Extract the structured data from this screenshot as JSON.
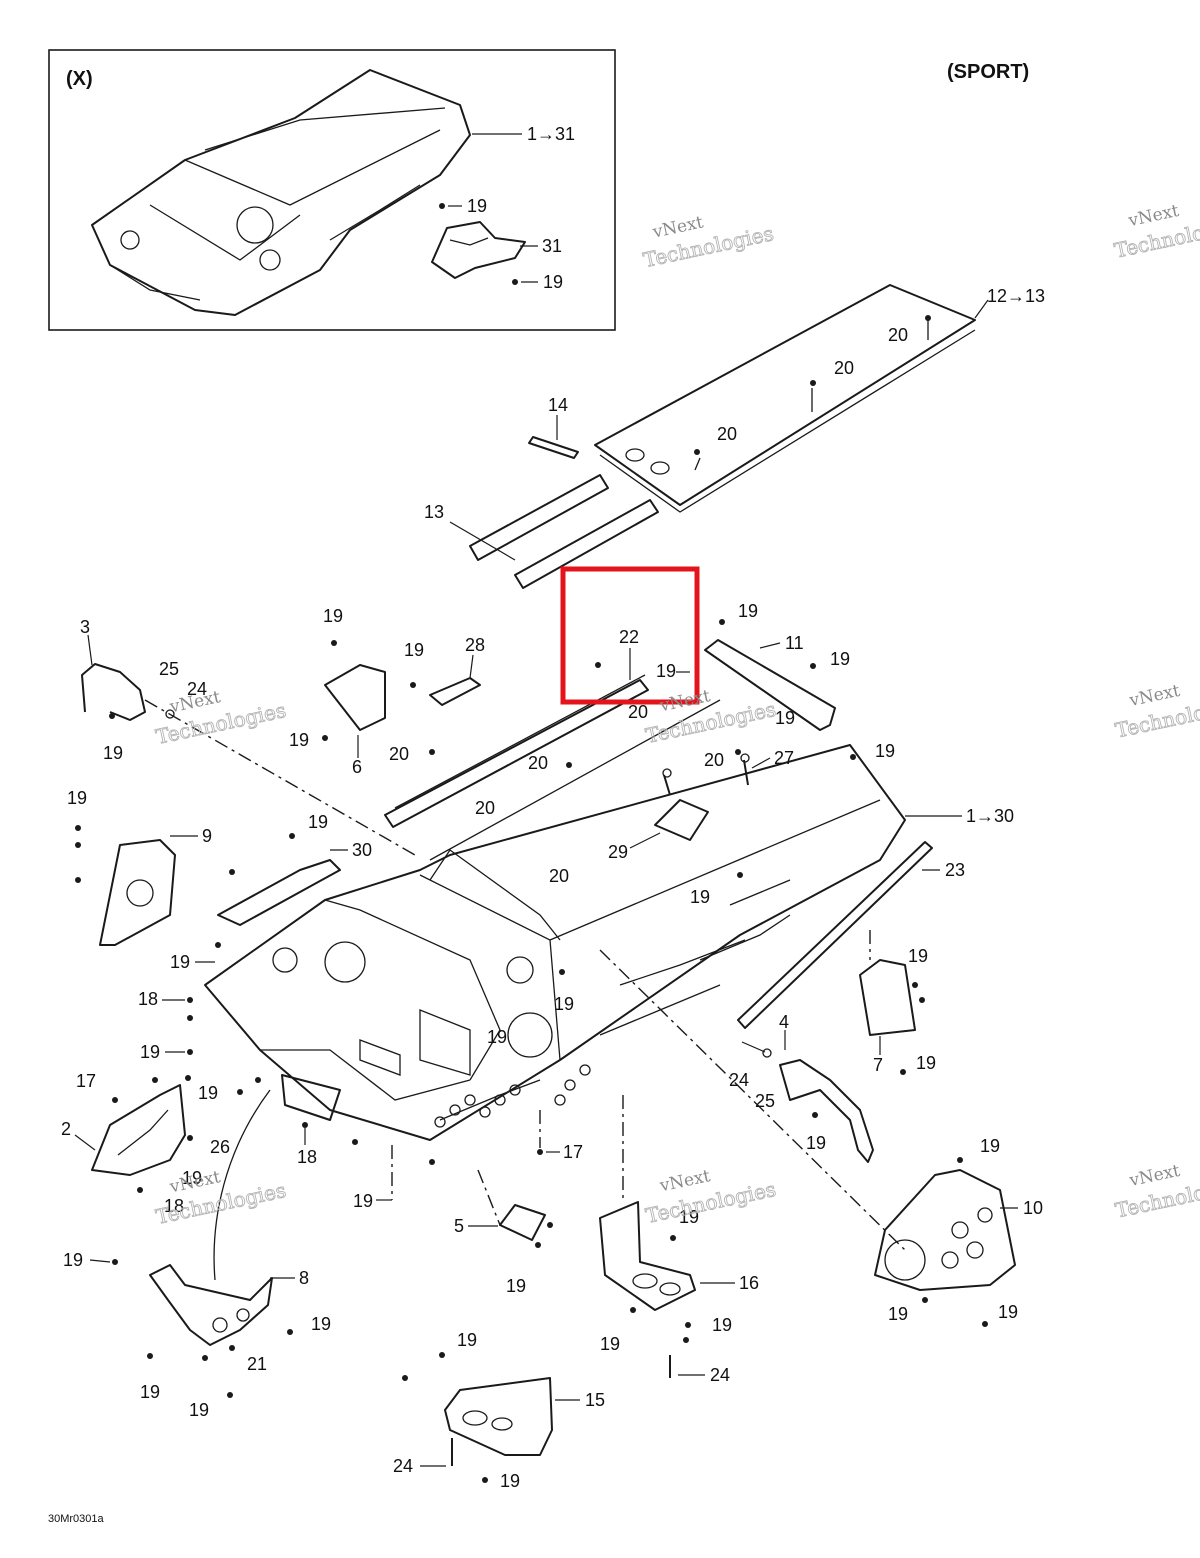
{
  "header": {
    "inset_label": "(X)",
    "variant_label": "(SPORT)"
  },
  "drawing_code": "30Mr0301a",
  "watermark": {
    "line1": "vNext",
    "line2": "Technologies"
  },
  "highlight": {
    "color": "#e3141b"
  },
  "callouts": {
    "c1_31": "1→31",
    "c19": "19",
    "c31": "31",
    "c12_13": "12→13",
    "c20": "20",
    "c14": "14",
    "c13": "13",
    "c22": "22",
    "c11": "11",
    "c3": "3",
    "c25": "25",
    "c24": "24",
    "c6": "6",
    "c28": "28",
    "c27": "27",
    "c29": "29",
    "c1_30": "1→30",
    "c9": "9",
    "c30": "30",
    "c23": "23",
    "c18": "18",
    "c7": "7",
    "c4": "4",
    "c17": "17",
    "c2": "2",
    "c26": "26",
    "c21": "21",
    "c8": "8",
    "c5": "5",
    "c16": "16",
    "c10": "10",
    "c15": "15"
  }
}
